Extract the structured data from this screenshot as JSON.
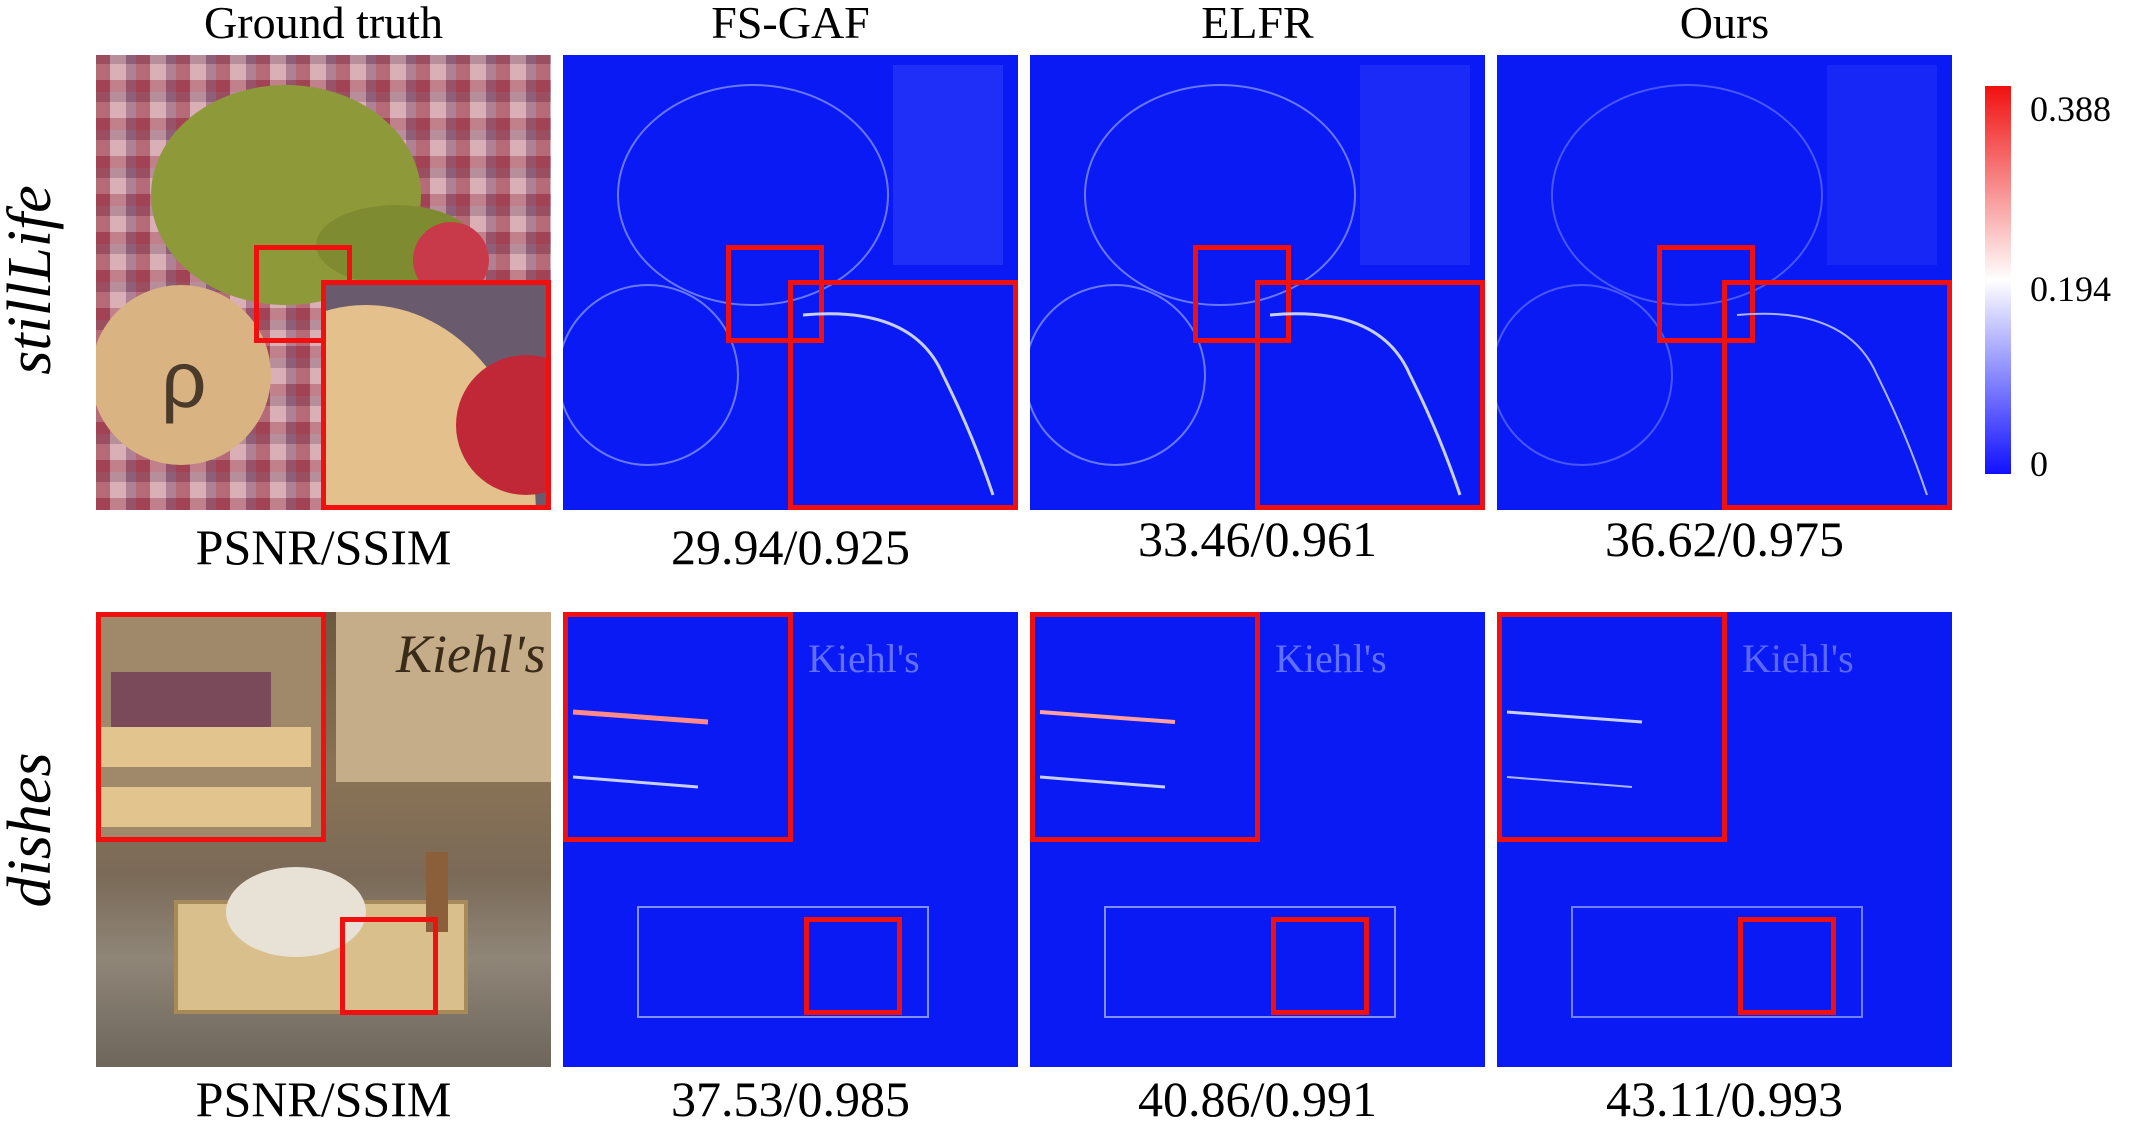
{
  "columns": [
    "Ground truth",
    "FS-GAF",
    "ELFR",
    "Ours"
  ],
  "rows": [
    {
      "label": "stillLife",
      "metric_header": "PSNR/SSIM",
      "metrics": [
        "29.94/0.925",
        "33.46/0.961",
        "36.62/0.975"
      ]
    },
    {
      "label": "dishes",
      "metric_header": "PSNR/SSIM",
      "metrics": [
        "37.53/0.985",
        "40.86/0.991",
        "43.11/0.993"
      ]
    }
  ],
  "colorbar": {
    "max": "0.388",
    "mid": "0.194",
    "min": "0",
    "colors": {
      "high": "#f01010",
      "mid": "#ffffff",
      "low": "#1010ff"
    }
  },
  "accent_colors": {
    "highlight_box": "#f01010",
    "error_background": "#0a1af5"
  }
}
